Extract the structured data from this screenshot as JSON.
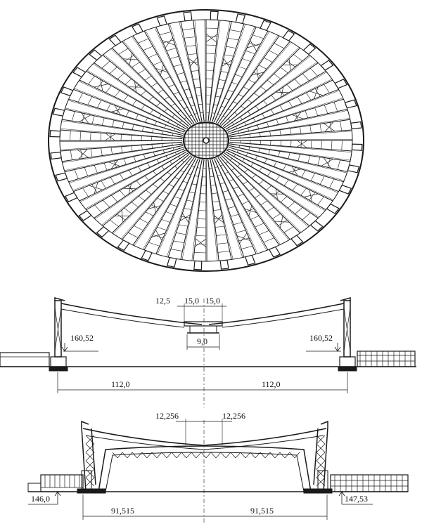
{
  "colors": {
    "ink": "#1a1a1a",
    "paper": "#ffffff"
  },
  "plan": {
    "radial_ribs": 36
  },
  "section_top": {
    "labels": {
      "gap_a": "12,5",
      "half_left": "15,0",
      "half_right": "15,0",
      "ring_width": "9,0",
      "elev_left": "160,52",
      "elev_right": "160,52",
      "span_left": "112,0",
      "span_right": "112,0"
    }
  },
  "section_bottom": {
    "labels": {
      "gap_left": "12,256",
      "gap_right": "12,256",
      "elev_left": "146,0",
      "elev_right": "147,53",
      "span_left": "91,515",
      "span_right": "91,515"
    }
  }
}
